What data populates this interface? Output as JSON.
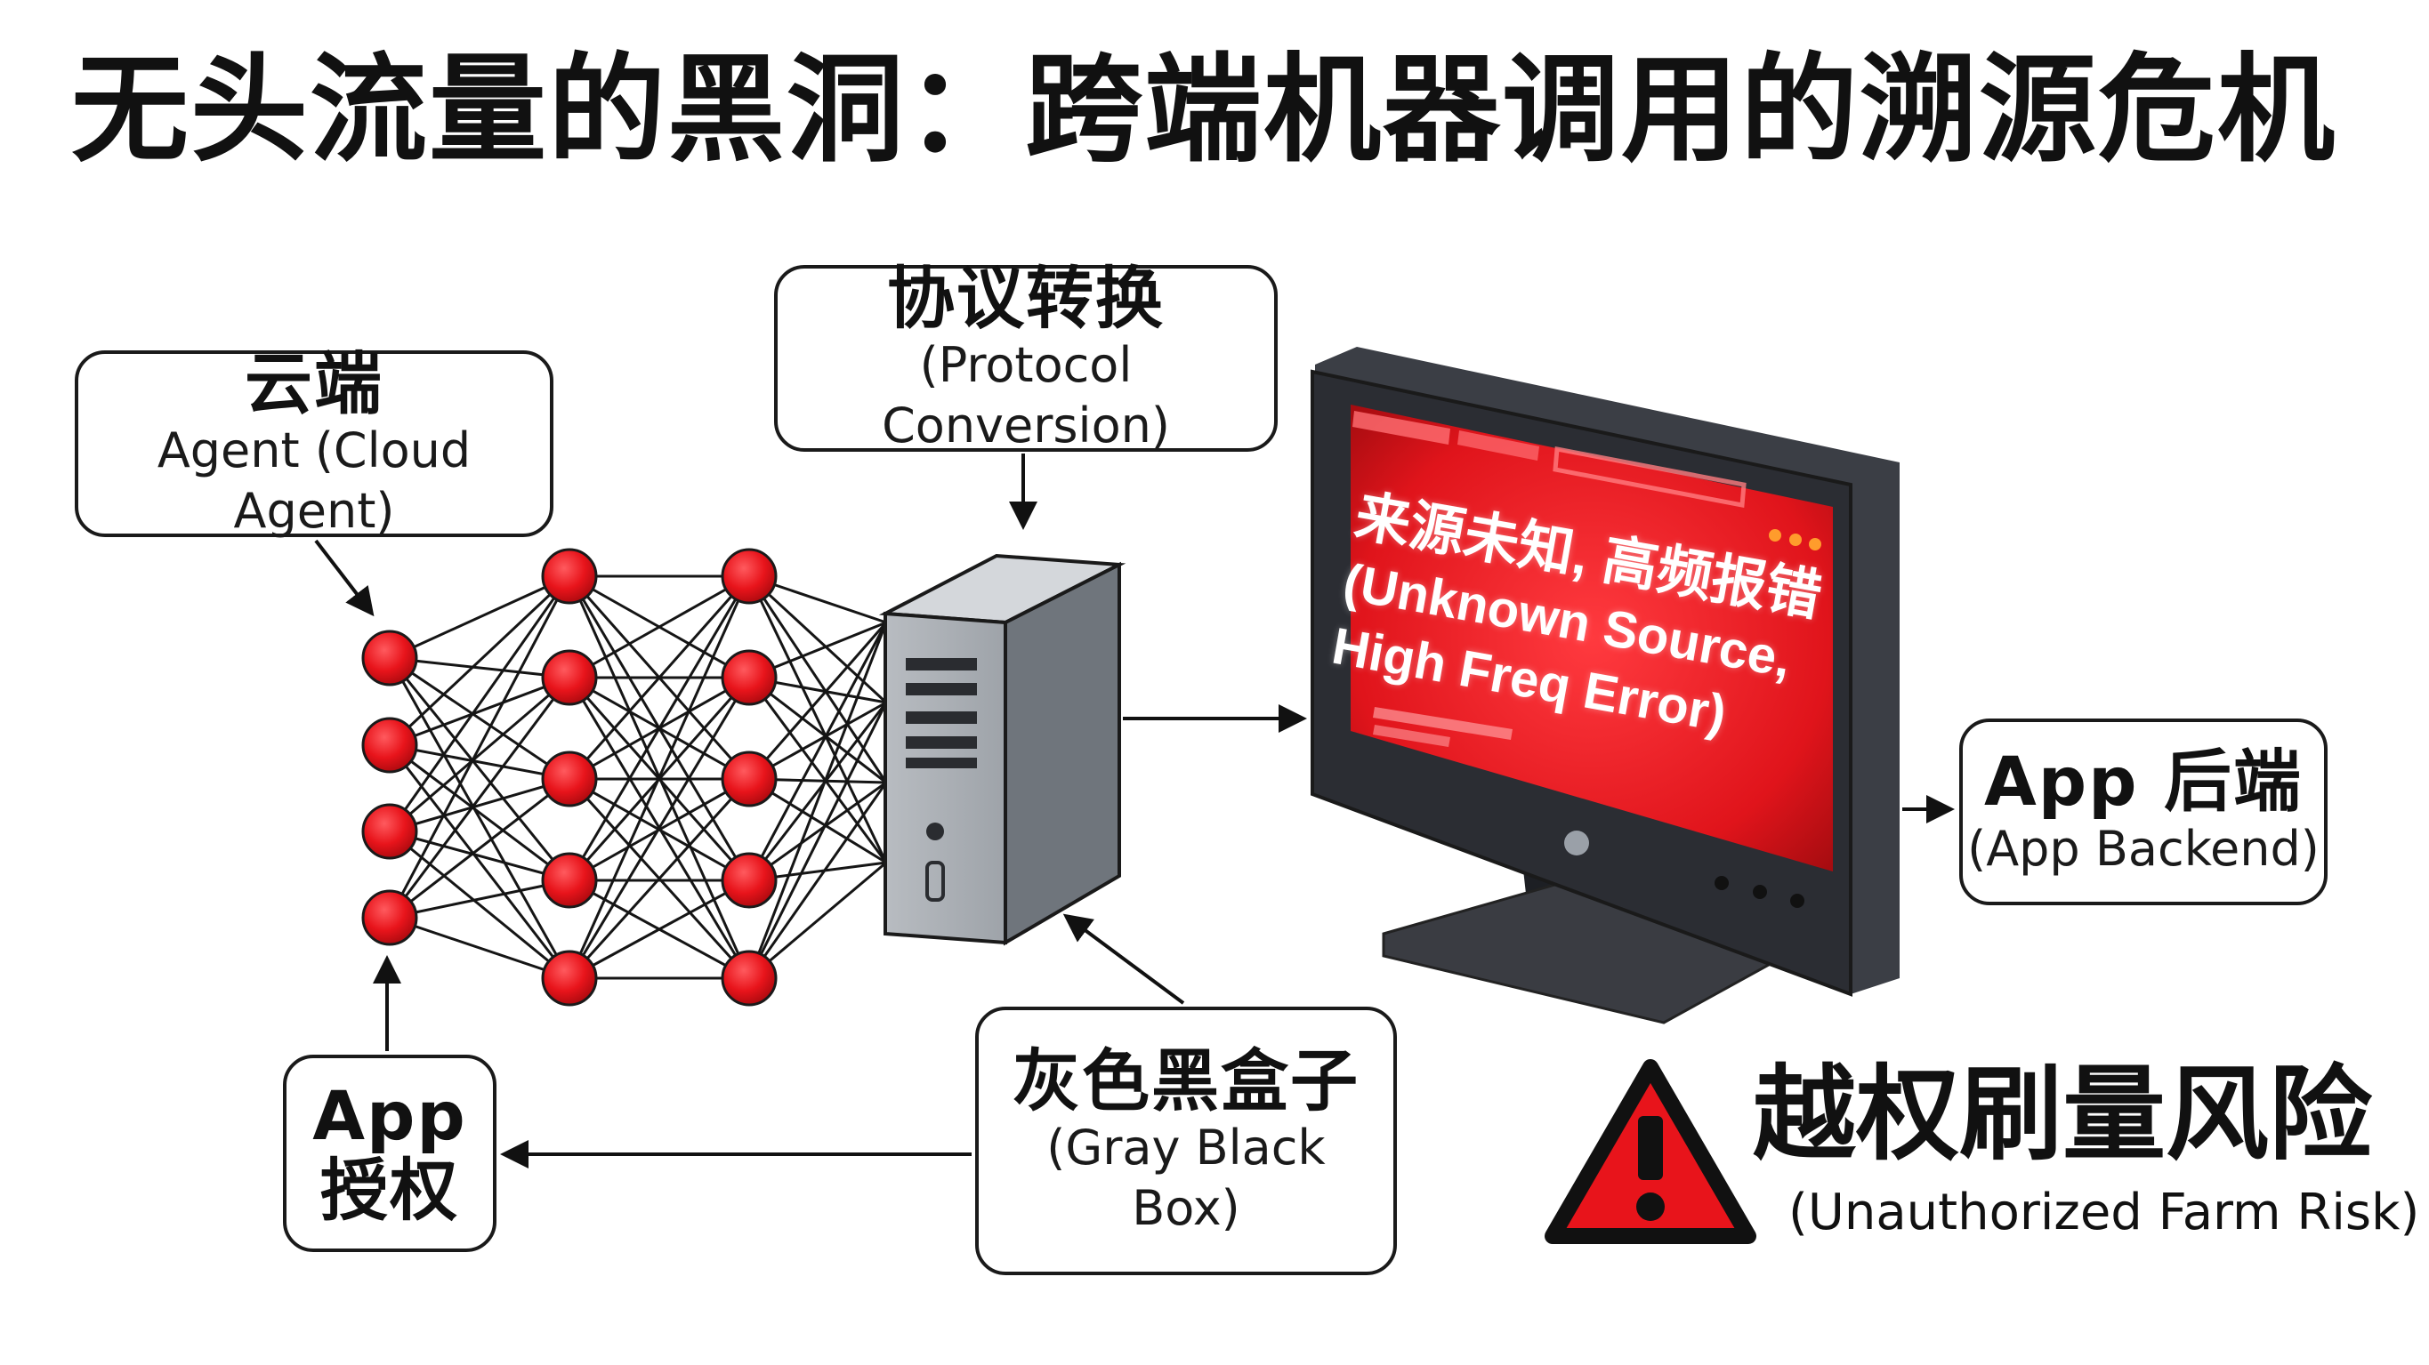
{
  "title": "无头流量的黑洞：跨端机器调用的溯源危机",
  "cloud_agent": {
    "zh": "云端",
    "en": "Agent (Cloud Agent)"
  },
  "protocol_conversion": {
    "zh": "协议转换",
    "en": "(Protocol Conversion)"
  },
  "monitor": {
    "zh": "来源未知, 高频报错",
    "en_line1": "(Unknown Source,",
    "en_line2": "High Freq Error)"
  },
  "app_backend": {
    "zh": "App 后端",
    "en": "(App Backend)"
  },
  "app_auth": {
    "line1": "App",
    "line2": "授权"
  },
  "gray_box": {
    "zh": "灰色黑盒子",
    "en_line1": "(Gray Black",
    "en_line2": "Box)"
  },
  "risk": {
    "zh": "越权刷量风险",
    "en": "(Unauthorized Farm Risk)"
  },
  "colors": {
    "node_red": "#e8141b",
    "screen_red": "#d9131b",
    "warning_red": "#e8141b",
    "server_gray": "#9aa0a6",
    "monitor_dark": "#2b2d33"
  },
  "icons": {
    "server": "server-tower-icon",
    "monitor": "monitor-icon",
    "warning": "warning-triangle-icon"
  }
}
